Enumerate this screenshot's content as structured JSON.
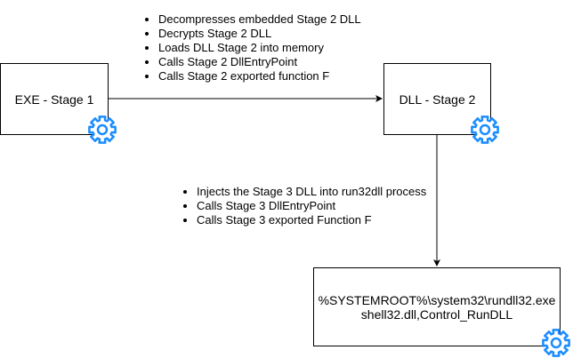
{
  "nodes": {
    "stage1": {
      "label": "EXE - Stage 1"
    },
    "stage2": {
      "label": "DLL - Stage 2"
    },
    "stage3": {
      "line1": "%SYSTEMROOT%\\system32\\rundll32.exe",
      "line2": "shell32.dll,Control_RunDLL"
    }
  },
  "notes": {
    "stage1_to_2": [
      "Decompresses embedded Stage 2 DLL",
      "Decrypts Stage 2 DLL",
      "Loads DLL Stage 2 into memory",
      "Calls Stage 2 DllEntryPoint",
      "Calls Stage 2 exported function F"
    ],
    "stage2_to_3": [
      "Injects the Stage 3 DLL into run32dll process",
      "Calls Stage 3 DllEntryPoint",
      "Calls Stage 3 exported Function F"
    ]
  },
  "colors": {
    "gear": "#1a8cff"
  }
}
